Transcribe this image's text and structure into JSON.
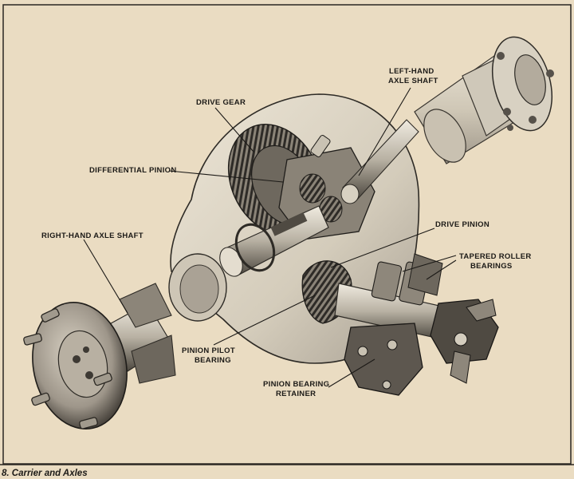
{
  "diagram": {
    "labels": {
      "left_hand_axle_shaft": [
        "LEFT-HAND",
        "AXLE SHAFT"
      ],
      "drive_gear": "DRIVE GEAR",
      "differential_pinion": "DIFFERENTIAL PINION",
      "right_hand_axle_shaft": "RIGHT-HAND AXLE SHAFT",
      "drive_pinion": "DRIVE PINION",
      "tapered_roller_bearings": [
        "TAPERED ROLLER",
        "BEARINGS"
      ],
      "pinion_pilot_bearing": [
        "PINION PILOT",
        "BEARING"
      ],
      "pinion_bearing_retainer": [
        "PINION BEARING",
        "RETAINER"
      ]
    },
    "caption": "8. Carrier and Axles"
  },
  "colors": {
    "paper": "#eadcc2",
    "housing": "#dcd3c0",
    "ink": "#1c1a17",
    "metal_light": "#c8c2b4",
    "metal_dark": "#5c574f"
  }
}
